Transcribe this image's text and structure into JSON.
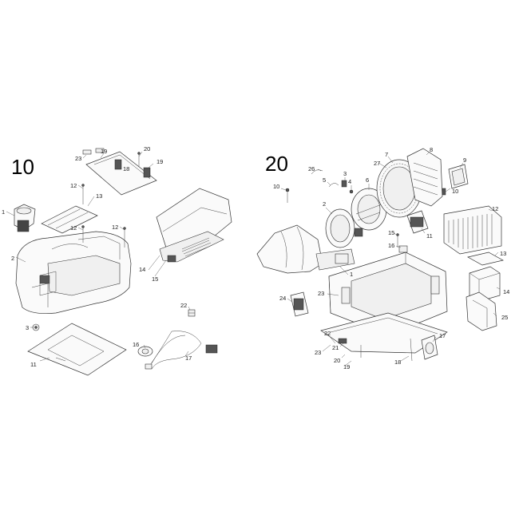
{
  "groups": {
    "left": {
      "title": "10"
    },
    "right": {
      "title": "20"
    }
  },
  "left_callouts": [
    {
      "id": "l1",
      "text": "1"
    },
    {
      "id": "l2",
      "text": "2"
    },
    {
      "id": "l3",
      "text": "3"
    },
    {
      "id": "l11",
      "text": "11"
    },
    {
      "id": "l12a",
      "text": "12"
    },
    {
      "id": "l12b",
      "text": "12"
    },
    {
      "id": "l12c",
      "text": "12"
    },
    {
      "id": "l13",
      "text": "13"
    },
    {
      "id": "l14",
      "text": "14"
    },
    {
      "id": "l15",
      "text": "15"
    },
    {
      "id": "l16",
      "text": "16"
    },
    {
      "id": "l17",
      "text": "17"
    },
    {
      "id": "l18",
      "text": "18"
    },
    {
      "id": "l19a",
      "text": "19"
    },
    {
      "id": "l19b",
      "text": "19"
    },
    {
      "id": "l20",
      "text": "20"
    },
    {
      "id": "l22",
      "text": "22"
    },
    {
      "id": "l23",
      "text": "23"
    }
  ],
  "right_callouts": [
    {
      "id": "r1",
      "text": "1"
    },
    {
      "id": "r2",
      "text": "2"
    },
    {
      "id": "r3",
      "text": "3"
    },
    {
      "id": "r4",
      "text": "4"
    },
    {
      "id": "r5",
      "text": "5"
    },
    {
      "id": "r6",
      "text": "6"
    },
    {
      "id": "r7",
      "text": "7"
    },
    {
      "id": "r8",
      "text": "8"
    },
    {
      "id": "r9",
      "text": "9"
    },
    {
      "id": "r10a",
      "text": "10"
    },
    {
      "id": "r10b",
      "text": "10"
    },
    {
      "id": "r11",
      "text": "11"
    },
    {
      "id": "r12",
      "text": "12"
    },
    {
      "id": "r13",
      "text": "13"
    },
    {
      "id": "r14",
      "text": "14"
    },
    {
      "id": "r15",
      "text": "15"
    },
    {
      "id": "r16",
      "text": "16"
    },
    {
      "id": "r17",
      "text": "17"
    },
    {
      "id": "r18",
      "text": "18"
    },
    {
      "id": "r19",
      "text": "19"
    },
    {
      "id": "r20",
      "text": "20"
    },
    {
      "id": "r21",
      "text": "21"
    },
    {
      "id": "r22",
      "text": "22"
    },
    {
      "id": "r23a",
      "text": "23"
    },
    {
      "id": "r23b",
      "text": "23"
    },
    {
      "id": "r24",
      "text": "24"
    },
    {
      "id": "r25",
      "text": "25"
    },
    {
      "id": "r26",
      "text": "26"
    },
    {
      "id": "r27",
      "text": "27"
    }
  ]
}
